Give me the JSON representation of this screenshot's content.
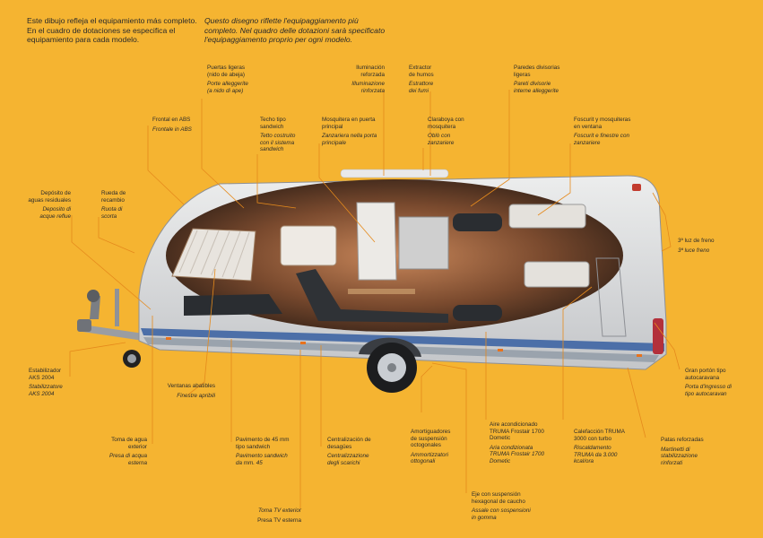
{
  "intro": {
    "es": [
      "Este dibujo refleja el equipamiento más completo.",
      "En el cuadro de dotaciones se especifica el",
      "equipamiento para cada modelo."
    ],
    "it": [
      "Questo disegno riflette l'equipaggiamento più",
      "completo. Nel quadro delle dotazioni sarà specificato",
      "l'equipaggiamento proprio per ogni modelo."
    ]
  },
  "labels": {
    "puertas": {
      "es": [
        "Puertas ligeras",
        "(nido de abeja)"
      ],
      "it": [
        "Porte alleggerite",
        "(a nido di ape)"
      ]
    },
    "iluminacion": {
      "es": [
        "Iluminación",
        "reforzada"
      ],
      "it": [
        "Illuminazione",
        "rinforzata"
      ]
    },
    "extractor": {
      "es": [
        "Extractor",
        "de humos"
      ],
      "it": [
        "Estrattore",
        "dei fumi"
      ]
    },
    "paredes": {
      "es": [
        "Paredes divisorias",
        "ligeras"
      ],
      "it": [
        "Pareti divisorie",
        "interne alleggerite"
      ]
    },
    "frontal": {
      "es": [
        "Frontal en ABS"
      ],
      "it": [
        "Frontale in ABS"
      ]
    },
    "techo": {
      "es": [
        "Techo tipo",
        "sandwich"
      ],
      "it": [
        "Tetto costruito",
        "con il sistema",
        "sandwich"
      ]
    },
    "mosquitera": {
      "es": [
        "Mosquitera en puerta",
        "principal"
      ],
      "it": [
        "Zanzariera nella porta",
        "principale"
      ]
    },
    "claraboya": {
      "es": [
        "Claraboya con",
        "mosquitera"
      ],
      "it": [
        "Oblò con",
        "zanzariere"
      ]
    },
    "foscurit": {
      "es": [
        "Foscurit y mosquiteras",
        "en ventana"
      ],
      "it": [
        "Foscurit e finestre con",
        "zanzariere"
      ]
    },
    "deposito": {
      "es": [
        "Depósito de",
        "aguas residuales"
      ],
      "it": [
        "Deposito di",
        "acque reflue"
      ]
    },
    "rueda": {
      "es": [
        "Rueda de",
        "recambio"
      ],
      "it": [
        "Ruota di",
        "scorta"
      ]
    },
    "luz_freno": {
      "es": [
        "3ª luz de freno"
      ],
      "it": [
        "3ª luce freno"
      ]
    },
    "estabilizador": {
      "es": [
        "Estabilizador",
        "AKS 2004"
      ],
      "it": [
        "Stabilizzatore",
        "AKS 2004"
      ]
    },
    "ventanas": {
      "es": [
        "Ventanas abatibles"
      ],
      "it": [
        "Finestre apribili"
      ]
    },
    "porton": {
      "es": [
        "Gran portón tipo",
        "autocaravana"
      ],
      "it": [
        "Porta d'ingresso di",
        "tipo autocaravan"
      ]
    },
    "toma_agua": {
      "es": [
        "Toma de agua",
        "exterior"
      ],
      "it": [
        "Presa di acqua",
        "esterna"
      ]
    },
    "pavimento": {
      "es": [
        "Pavimento de 45 mm",
        "tipo sandwich"
      ],
      "it": [
        "Pavimento sandwich",
        "da mm. 45"
      ]
    },
    "centralizacion": {
      "es": [
        "Centralización de",
        "desagües"
      ],
      "it": [
        "Centralizzazione",
        "degli scarichi"
      ]
    },
    "amortiguadores": {
      "es": [
        "Amortiguadores",
        "de suspensión",
        "octogonales"
      ],
      "it": [
        "Ammortizzatori",
        "ottogonali"
      ]
    },
    "aire": {
      "es": [
        "Aire acondicionado",
        "TRUMA Frostair 1700",
        "Dometic"
      ],
      "it": [
        "Aria condizionata",
        "TRUMA Frostair 1700",
        "Dometic"
      ]
    },
    "calefaccion": {
      "es": [
        "Calefacción TRUMA",
        "3000 con turbo"
      ],
      "it": [
        "Riscaldamento",
        "TRUMA da 3.000",
        "kcal/ora"
      ]
    },
    "patas": {
      "es": [
        "Patas reforzadas"
      ],
      "it": [
        "Martinetti di",
        "stabilizzazione",
        "rinforzati"
      ]
    },
    "toma_tv": {
      "es": [
        "Toma TV exterior"
      ],
      "it": [
        "Presa TV esterna"
      ]
    },
    "eje": {
      "es": [
        "Eje con suspensión",
        "hexagonal de caucho"
      ],
      "it": [
        "Assale con sospensioni",
        "in gomma"
      ]
    }
  },
  "colors": {
    "background": "#f5b431",
    "leader": "#e58a1c",
    "body": "#d6d7d9",
    "stripe": "#4c6fa8"
  }
}
